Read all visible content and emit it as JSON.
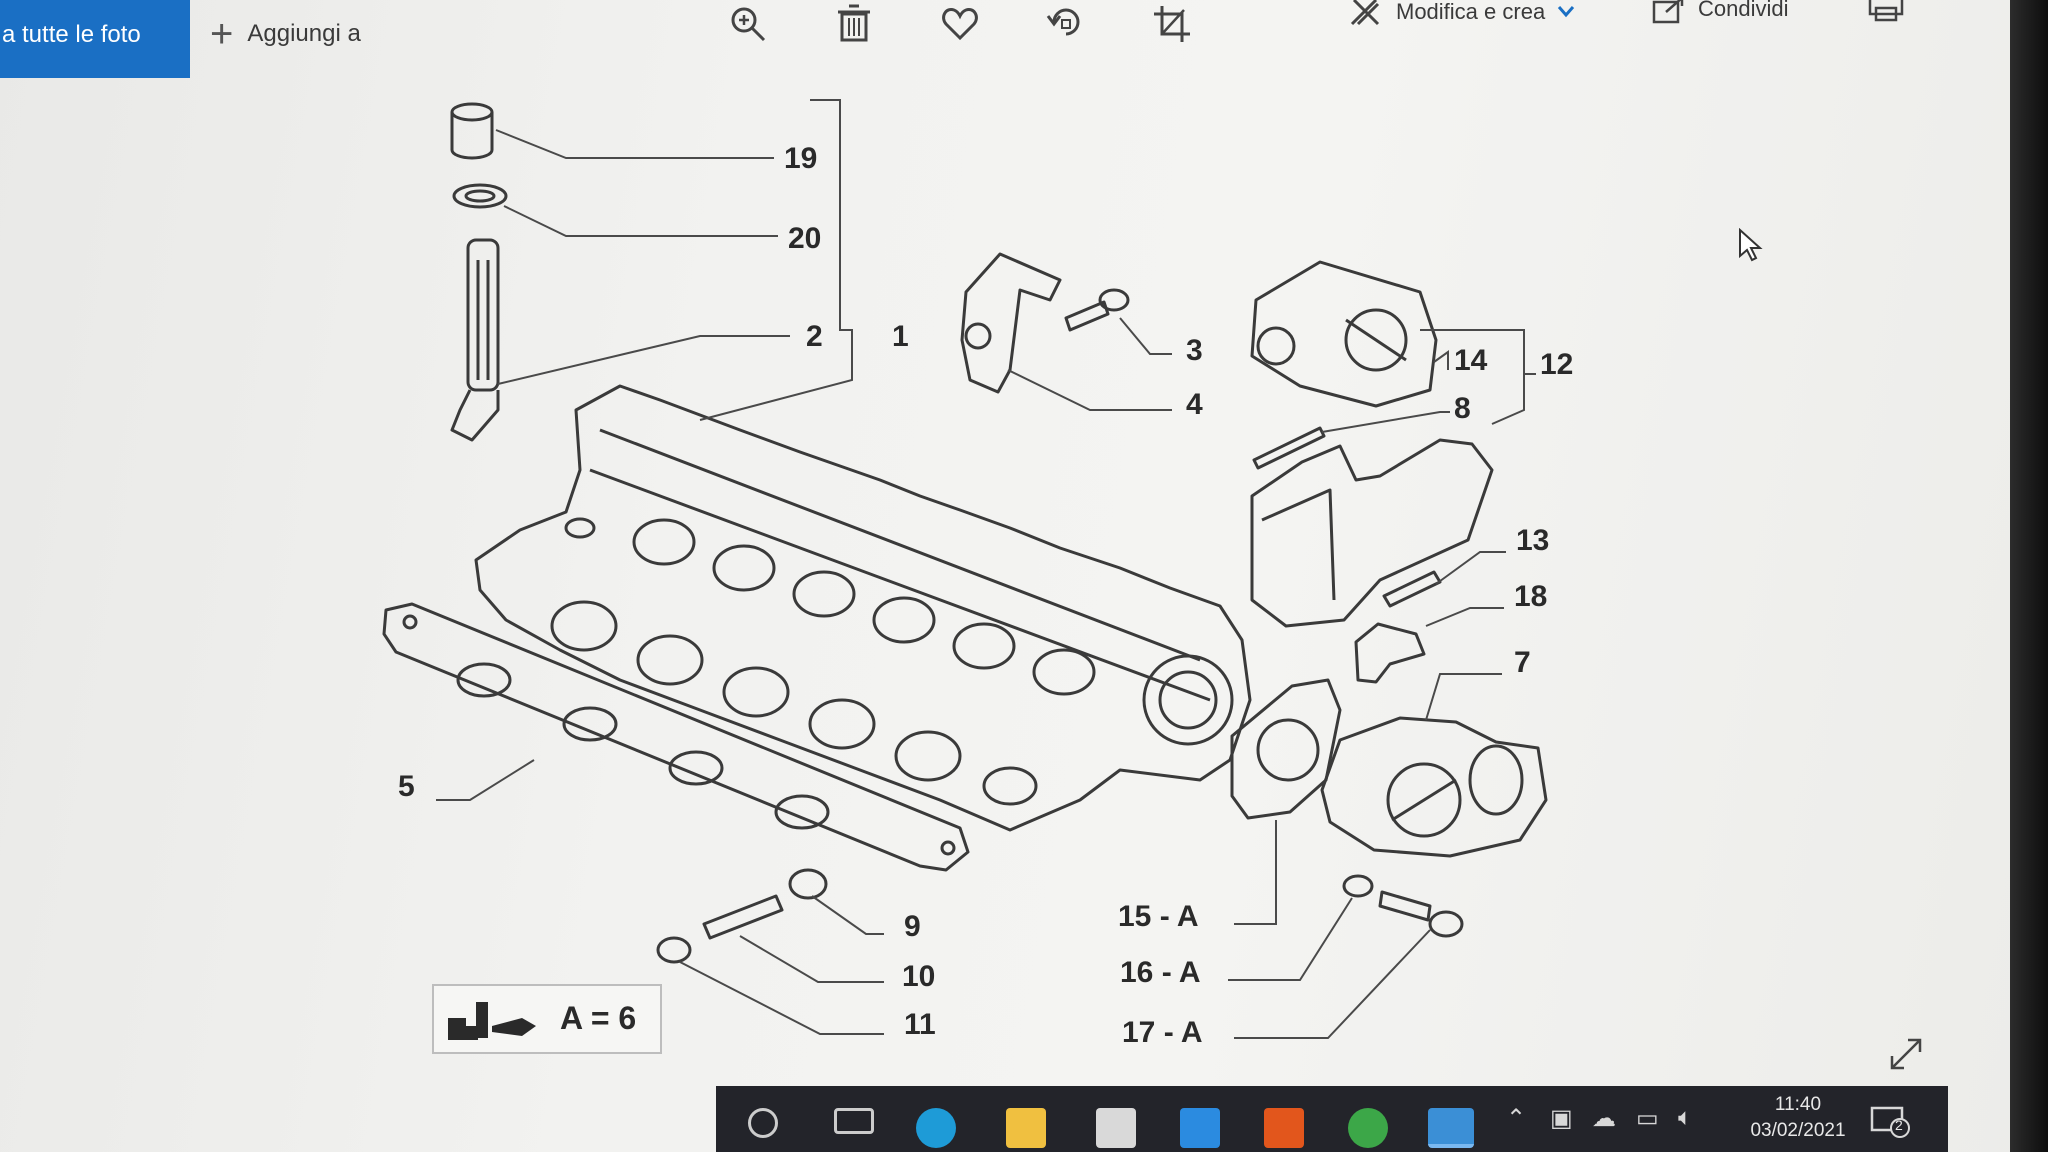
{
  "toolbar": {
    "back_label": "a tutte le foto",
    "add_label": "Aggiungi a",
    "edit_create_label": "Modifica e crea",
    "share_label": "Condividi",
    "icons": [
      "zoom-in-icon",
      "delete-icon",
      "favorite-icon",
      "rotate-icon",
      "crop-icon",
      "print-icon"
    ]
  },
  "diagram": {
    "labels": [
      "19",
      "20",
      "2",
      "1",
      "3",
      "4",
      "14",
      "12",
      "8",
      "13",
      "18",
      "7",
      "5",
      "9",
      "10",
      "11",
      "15 - A",
      "16 - A",
      "17 - A"
    ],
    "legend": "A = 6"
  },
  "taskbar": {
    "time": "11:40",
    "date": "03/02/2021",
    "notification_count": "2"
  }
}
